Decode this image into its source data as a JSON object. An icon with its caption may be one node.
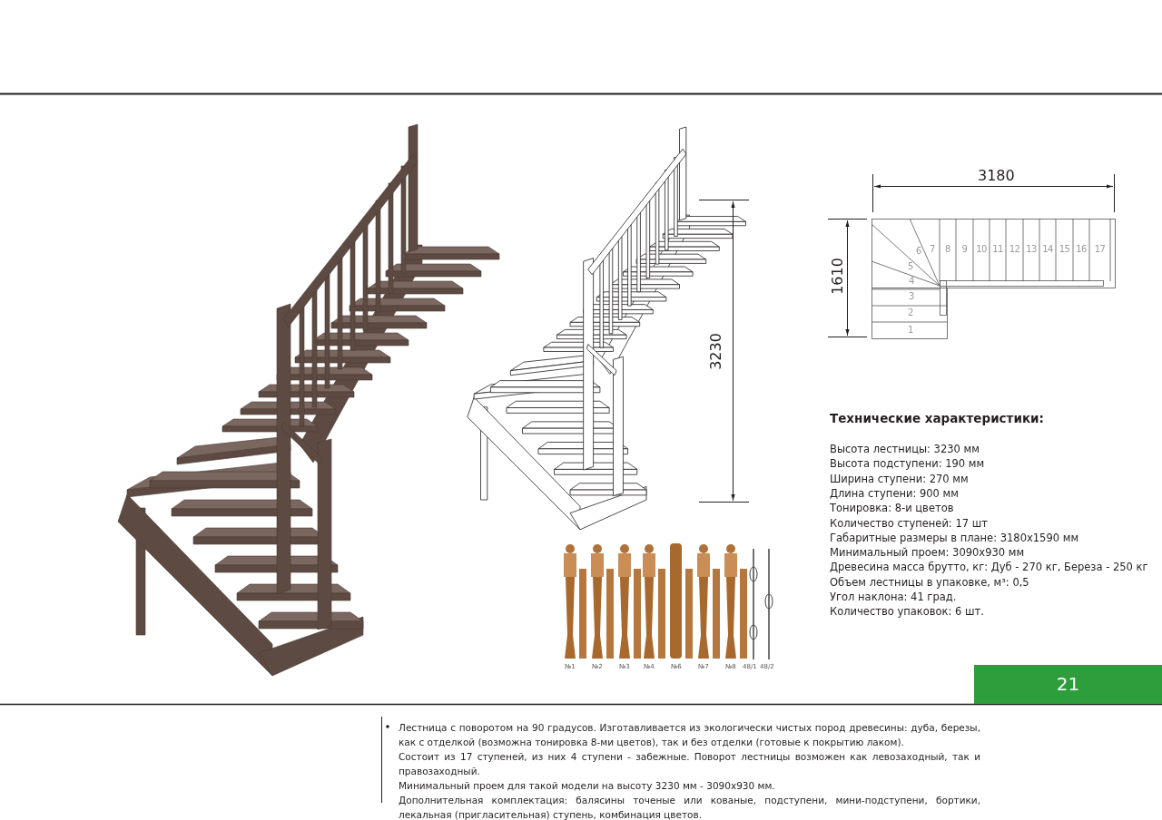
{
  "diagram": {
    "labels": [
      "3180",
      "1610",
      "1",
      "2",
      "3",
      "4",
      "5",
      "6",
      "7",
      "8",
      "9",
      "10",
      "11",
      "12",
      "13",
      "14",
      "15",
      "16",
      "17",
      "3230",
      "Технические характеристики:",
      "Высота лестницы: 3230 мм",
      "Высота подступени: 190 мм",
      "Ширина ступени: 270 мм",
      "Длина ступени: 900 мм",
      "Тонировка: 8-и цветов",
      "Количество ступеней: 17 шт",
      "Габаритные размеры в плане: 3180х1590 мм",
      "Минимальный проем: 3090х930 мм",
      "Древесина масса брутто, кг: Дуб - 270 кг, Береза - 250 кг",
      "Объем лестницы в упаковке, м³: 0,5",
      "Угол наклона: 41 град.",
      "Количество упаковок: 6 шт.",
      "№1",
      "№2",
      "№3",
      "№4",
      "№6",
      "№7",
      "№8",
      "48/1",
      "48/2",
      "21",
      "Лестница с поворотом на 90 градусов. Изготавливается из экологически чистых пород древесины: дуба, березы, как с отделкой (возможна тонировка 8-ми цветов), так и без отделки (готовые к покрытию лаком).",
      "Состоит из 17 ступеней,  из них 4 ступени - забежные. Поворот лестницы возможен как левозаходный, так и правозаходный.",
      "Минимальный проем для такой модели на высоту 3230 мм - 3090х930 мм.",
      "Дополнительная комплектация: балясины точеные или кованые, подступени, мини-подступени, бортики, лекальная (пригласительная) ступень, комбинация цветов."
    ]
  }
}
